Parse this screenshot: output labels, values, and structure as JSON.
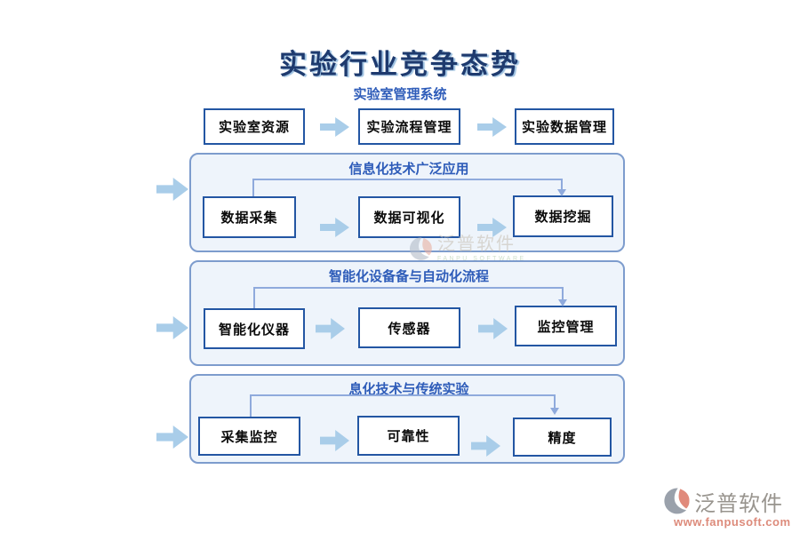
{
  "title": "实验行业竞争态势",
  "sections": [
    {
      "label": "实验室管理系统",
      "boxes": [
        "实验室资源",
        "实验流程管理",
        "实验数据管理"
      ]
    },
    {
      "label": "信息化技术广泛应用",
      "boxes": [
        "数据采集",
        "数据可视化",
        "数据挖掘"
      ]
    },
    {
      "label": "智能化设备备与自动化流程",
      "boxes": [
        "智能化仪器",
        "传感器",
        "监控管理"
      ]
    },
    {
      "label": "息化技术与传统实验",
      "boxes": [
        "采集监控",
        "可靠性",
        "精度"
      ]
    }
  ],
  "watermarks": {
    "center": {
      "brand": "泛普软件",
      "subtext": "FANPU SOFTWARE"
    },
    "footer": {
      "brand": "泛普软件",
      "url": "www.fanpusoft.com"
    }
  },
  "colors": {
    "title_text": "#1e3a6e",
    "section_label": "#2e5cb9",
    "box_border": "#2356a3",
    "container_border": "#7d9ccd",
    "container_fill": "#eef4fb",
    "arrow_fill": "#a9cde9",
    "connector": "#8faadc",
    "watermark_salmon": "#dd8b7b",
    "watermark_gray": "#98948e"
  }
}
